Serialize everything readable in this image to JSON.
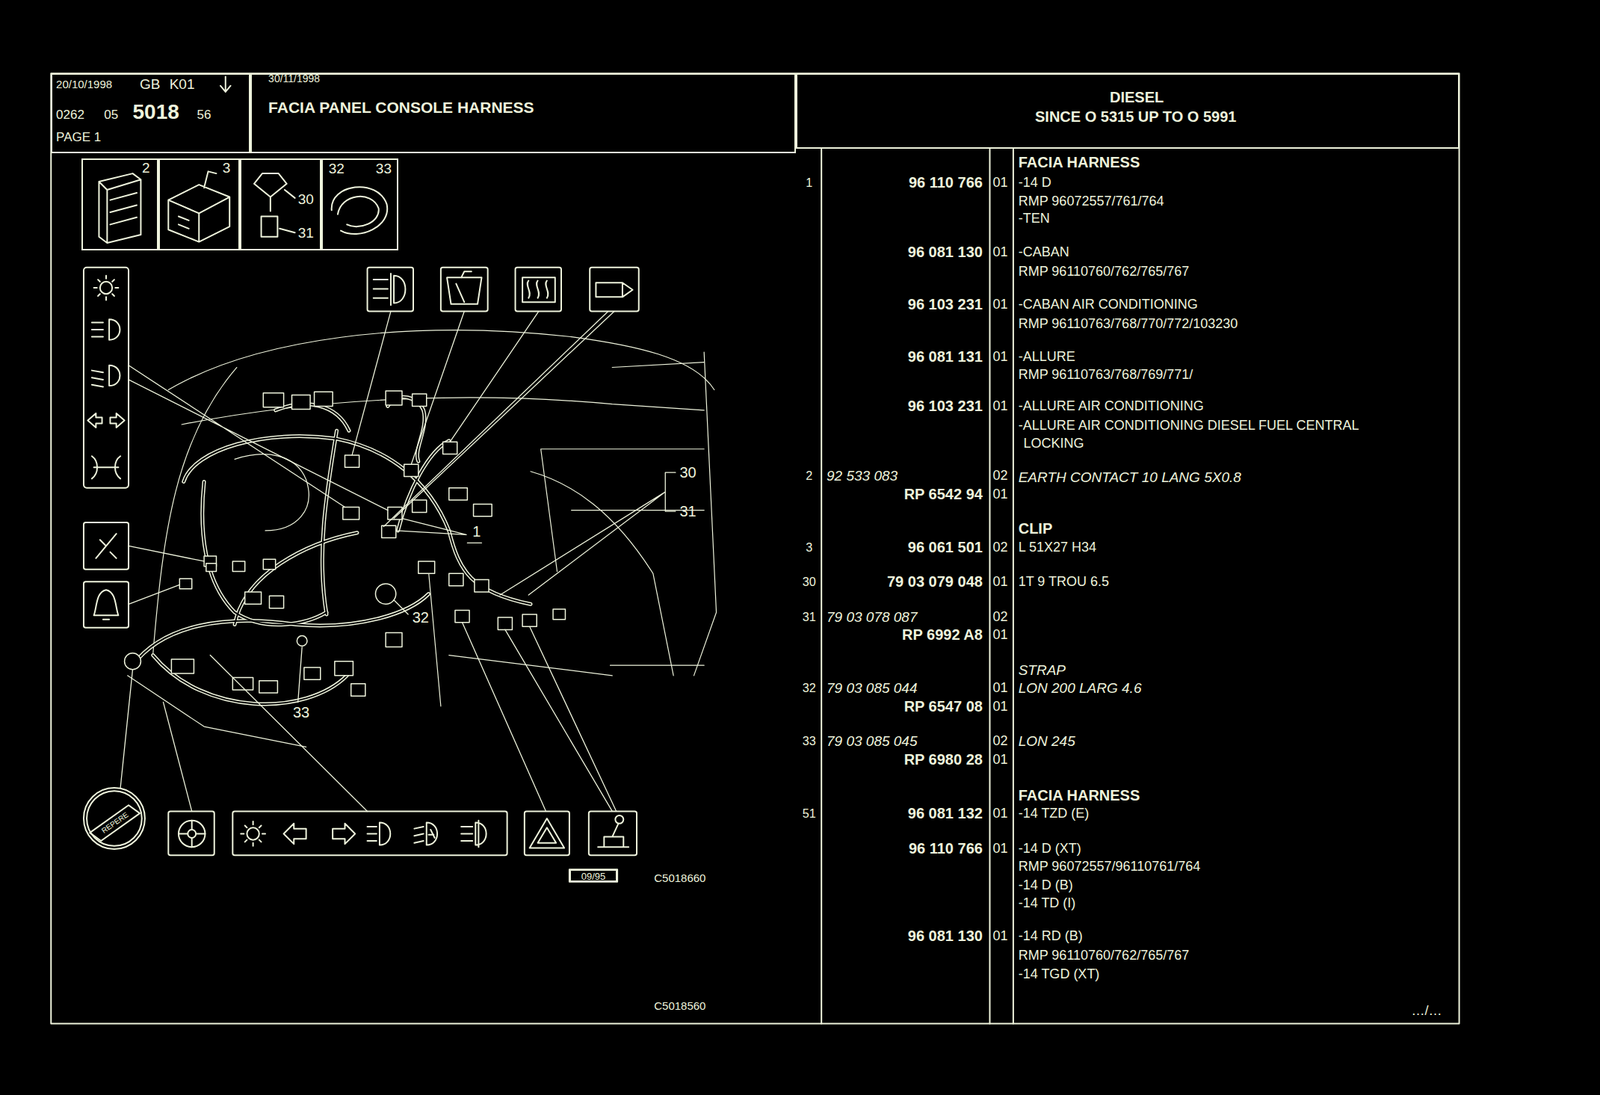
{
  "diagram": {
    "title": "FACIA PANEL CONSOLE HARNESS",
    "nodes": [
      {
        "text": [
          "20/10/1998",
          "GB",
          "K01",
          "0262",
          "05",
          "5018",
          "56",
          "PAGE 1"
        ]
      },
      {
        "text": [
          "30/11/1998"
        ]
      },
      {
        "text": [
          "DIESEL",
          "SINCE O 5315 UP TO O 5991"
        ]
      },
      {
        "text": [
          "2"
        ]
      },
      {
        "text": [
          "3"
        ]
      },
      {
        "text": [
          "30",
          "31"
        ]
      },
      {
        "text": [
          "32",
          "33"
        ]
      },
      {
        "text": [
          "09/95"
        ]
      }
    ],
    "labels": [
      "30",
      "31",
      "1",
      "32",
      "33",
      "REPERE",
      "C5018660",
      "C5018560",
      "FACIA HARNESS",
      "1",
      "96 110 766",
      "01",
      "-14 D",
      "RMP 96072557/761/764",
      "-TEN",
      "96 081 130",
      "01",
      "-CABAN",
      "RMP 96110760/762/765/767",
      "96 103 231",
      "01",
      "-CABAN AIR CONDITIONING",
      "RMP 96110763/768/770/772/103230",
      "96 081 131",
      "01",
      "-ALLURE",
      "RMP 96110763/768/769/771/",
      "96 103 231",
      "01",
      "-ALLURE AIR CONDITIONING",
      "-ALLURE AIR CONDITIONING DIESEL FUEL CENTRAL",
      "LOCKING",
      "2",
      "92 533 083",
      "02",
      "EARTH CONTACT 10 LANG 5X0.8",
      "RP 6542 94",
      "01",
      "CLIP",
      "3",
      "96 061 501",
      "02",
      "L 51X27 H34",
      "30",
      "79 03 079 048",
      "01",
      "1T 9 TROU 6.5",
      "31",
      "79 03 078 087",
      "02",
      "RP 6992 A8",
      "01",
      "STRAP",
      "32",
      "79 03 085 044",
      "01",
      "LON 200 LARG 4.6",
      "RP 6547 08",
      "01",
      "33",
      "79 03 085 045",
      "02",
      "LON 245",
      "RP 6980 28",
      "01",
      "FACIA HARNESS",
      "51",
      "96 081 132",
      "01",
      "-14 TZD (E)",
      "96 110 766",
      "01",
      "-14 D (XT)",
      "RMP 96072557/96110761/764",
      "-14 D (B)",
      "-14 TD (I)",
      "96 081 130",
      "01",
      "-14 RD (B)",
      "RMP 96110760/762/765/767",
      "-14 TGD (XT)",
      "…/…"
    ]
  }
}
